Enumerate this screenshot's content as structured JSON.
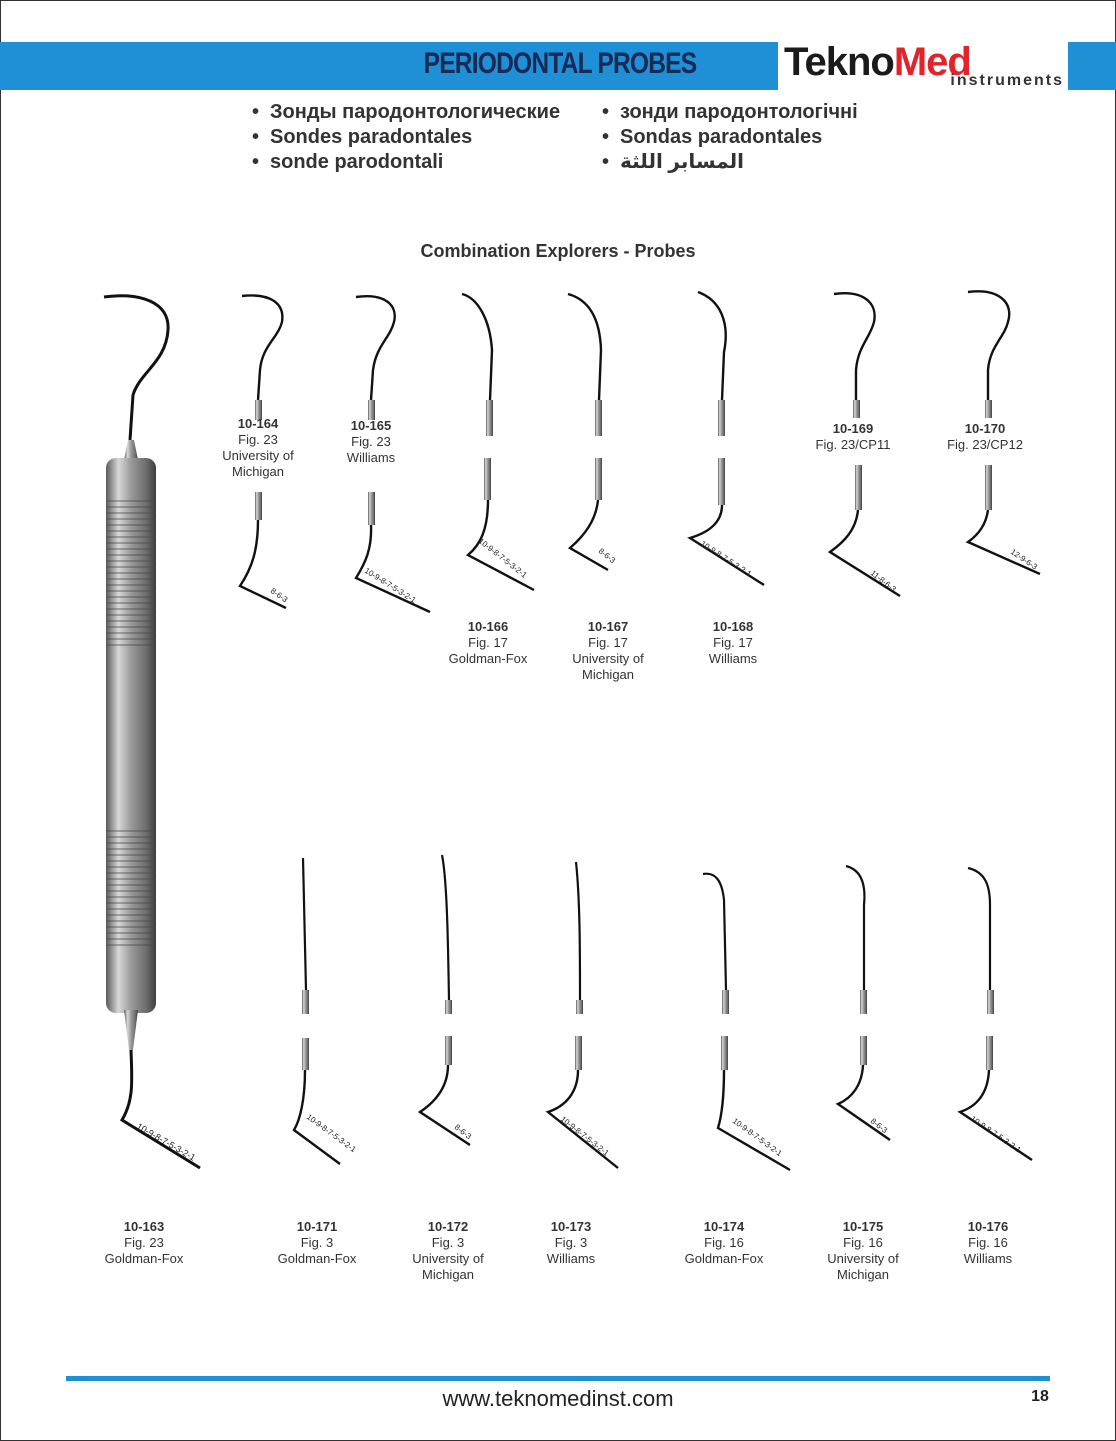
{
  "header": {
    "title": "PERIODONTAL PROBES",
    "logo_text_a": "Tekno",
    "logo_text_b": "Med",
    "logo_sub": "instruments"
  },
  "names_left": [
    "Зонды пародонтологические",
    "Sondes paradontales",
    "sonde parodontali"
  ],
  "names_right": [
    "зонди пародонтологічні",
    "Sondas paradontales",
    "المسابر اللثة"
  ],
  "subheading": "Combination Explorers - Probes",
  "instruments_top": [
    {
      "code": "10-164",
      "fig": "Fig. 23",
      "name": "University of Michigan",
      "scale": "8-6-3"
    },
    {
      "code": "10-165",
      "fig": "Fig. 23",
      "name": "Williams",
      "scale": "10-9-8-7-5-3-2-1"
    },
    {
      "code": "10-166",
      "fig": "Fig. 17",
      "name": "Goldman-Fox",
      "scale": "10-9-8-7-5-3-2-1"
    },
    {
      "code": "10-167",
      "fig": "Fig. 17",
      "name": "University of Michigan",
      "scale": "8-6-3"
    },
    {
      "code": "10-168",
      "fig": "Fig. 17",
      "name": "Williams",
      "scale": "10-9-8-7-5-3-2-1"
    },
    {
      "code": "10-169",
      "fig": "Fig. 23/CP11",
      "name": "",
      "scale": "11-8-6-3"
    },
    {
      "code": "10-170",
      "fig": "Fig. 23/CP12",
      "name": "",
      "scale": "12-9-6-3"
    }
  ],
  "instruments_bottom": [
    {
      "code": "10-163",
      "fig": "Fig. 23",
      "name": "Goldman-Fox",
      "scale": "10-9-8-7-5-3-2-1"
    },
    {
      "code": "10-171",
      "fig": "Fig. 3",
      "name": "Goldman-Fox",
      "scale": "10-9-8-7-5-3-2-1"
    },
    {
      "code": "10-172",
      "fig": "Fig. 3",
      "name": "University of Michigan",
      "scale": "8-6-3"
    },
    {
      "code": "10-173",
      "fig": "Fig. 3",
      "name": "Williams",
      "scale": "10-9-8-7-5-3-2-1"
    },
    {
      "code": "10-174",
      "fig": "Fig. 16",
      "name": "Goldman-Fox",
      "scale": "10-9-8-7-5-3-2-1"
    },
    {
      "code": "10-175",
      "fig": "Fig. 16",
      "name": "University of Michigan",
      "scale": "8-6-3"
    },
    {
      "code": "10-176",
      "fig": "Fig. 16",
      "name": "Williams",
      "scale": "10-9-8-7-5-3-2-1"
    }
  ],
  "footer": {
    "url": "www.teknomedinst.com",
    "page": "18"
  },
  "colors": {
    "band": "#1f8fd6",
    "title": "#1a2a55",
    "logo_red": "#e0242a"
  }
}
